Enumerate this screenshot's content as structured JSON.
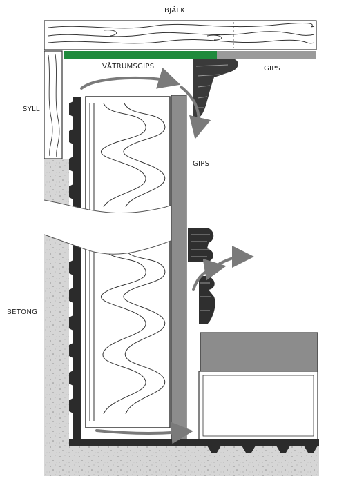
{
  "labels": {
    "bjalk": "BJÄLK",
    "vatrumsgips": "VÅTRUMSGIPS",
    "gips_top": "GIPS",
    "syll": "SYLL",
    "gips_mid": "GIPS",
    "betong": "BETONG"
  },
  "colors": {
    "vatrumsgips_strip": "#1f8a3c",
    "gips_strip": "#9a9a9a",
    "concrete": "#d2d2d2",
    "board_grey": "#8c8c8c",
    "dark_profile": "#2b2b2b",
    "airflow_arrow": "#7a7a7a"
  }
}
